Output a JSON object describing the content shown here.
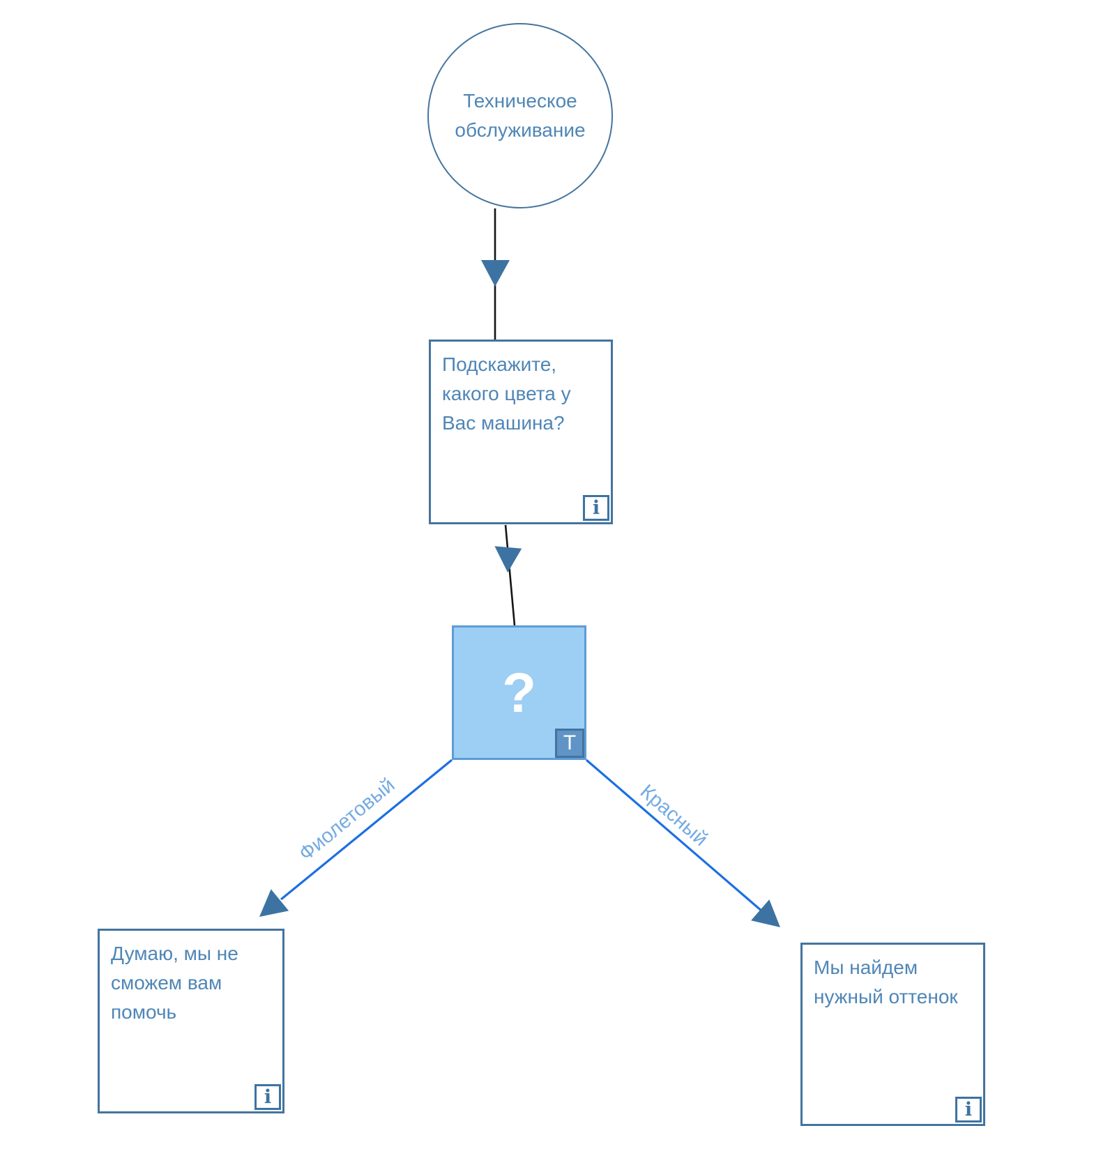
{
  "colors": {
    "canvas_bg": "#ffffff",
    "node_border": "#44749e",
    "node_text": "#4f86b6",
    "info_icon": "#3d73a2",
    "connector": "#151515",
    "arrowhead": "#3d73a2",
    "edge_line": "#1c6fe2",
    "edge_label": "#76abe2",
    "condition_fill": "#9dcef4",
    "condition_border": "#5c9cd6",
    "t_badge_fill": "#6094c6",
    "t_badge_border": "#44749e"
  },
  "nodes": {
    "start": {
      "label": "Техническое\nобслуживание"
    },
    "question": {
      "label": "Подскажите,\nкакого цвета у\nВас машина?",
      "info_badge": "i"
    },
    "condition": {
      "symbol": "?",
      "type_badge": "T"
    },
    "no_help": {
      "label": "Думаю, мы не\nсможем вам\nпомочь",
      "info_badge": "i"
    },
    "find_shade": {
      "label": "Мы найдем\nнужный оттенок",
      "info_badge": "i"
    }
  },
  "edges": {
    "violet": {
      "label": "Фиолетовый"
    },
    "red": {
      "label": "Красный"
    }
  }
}
